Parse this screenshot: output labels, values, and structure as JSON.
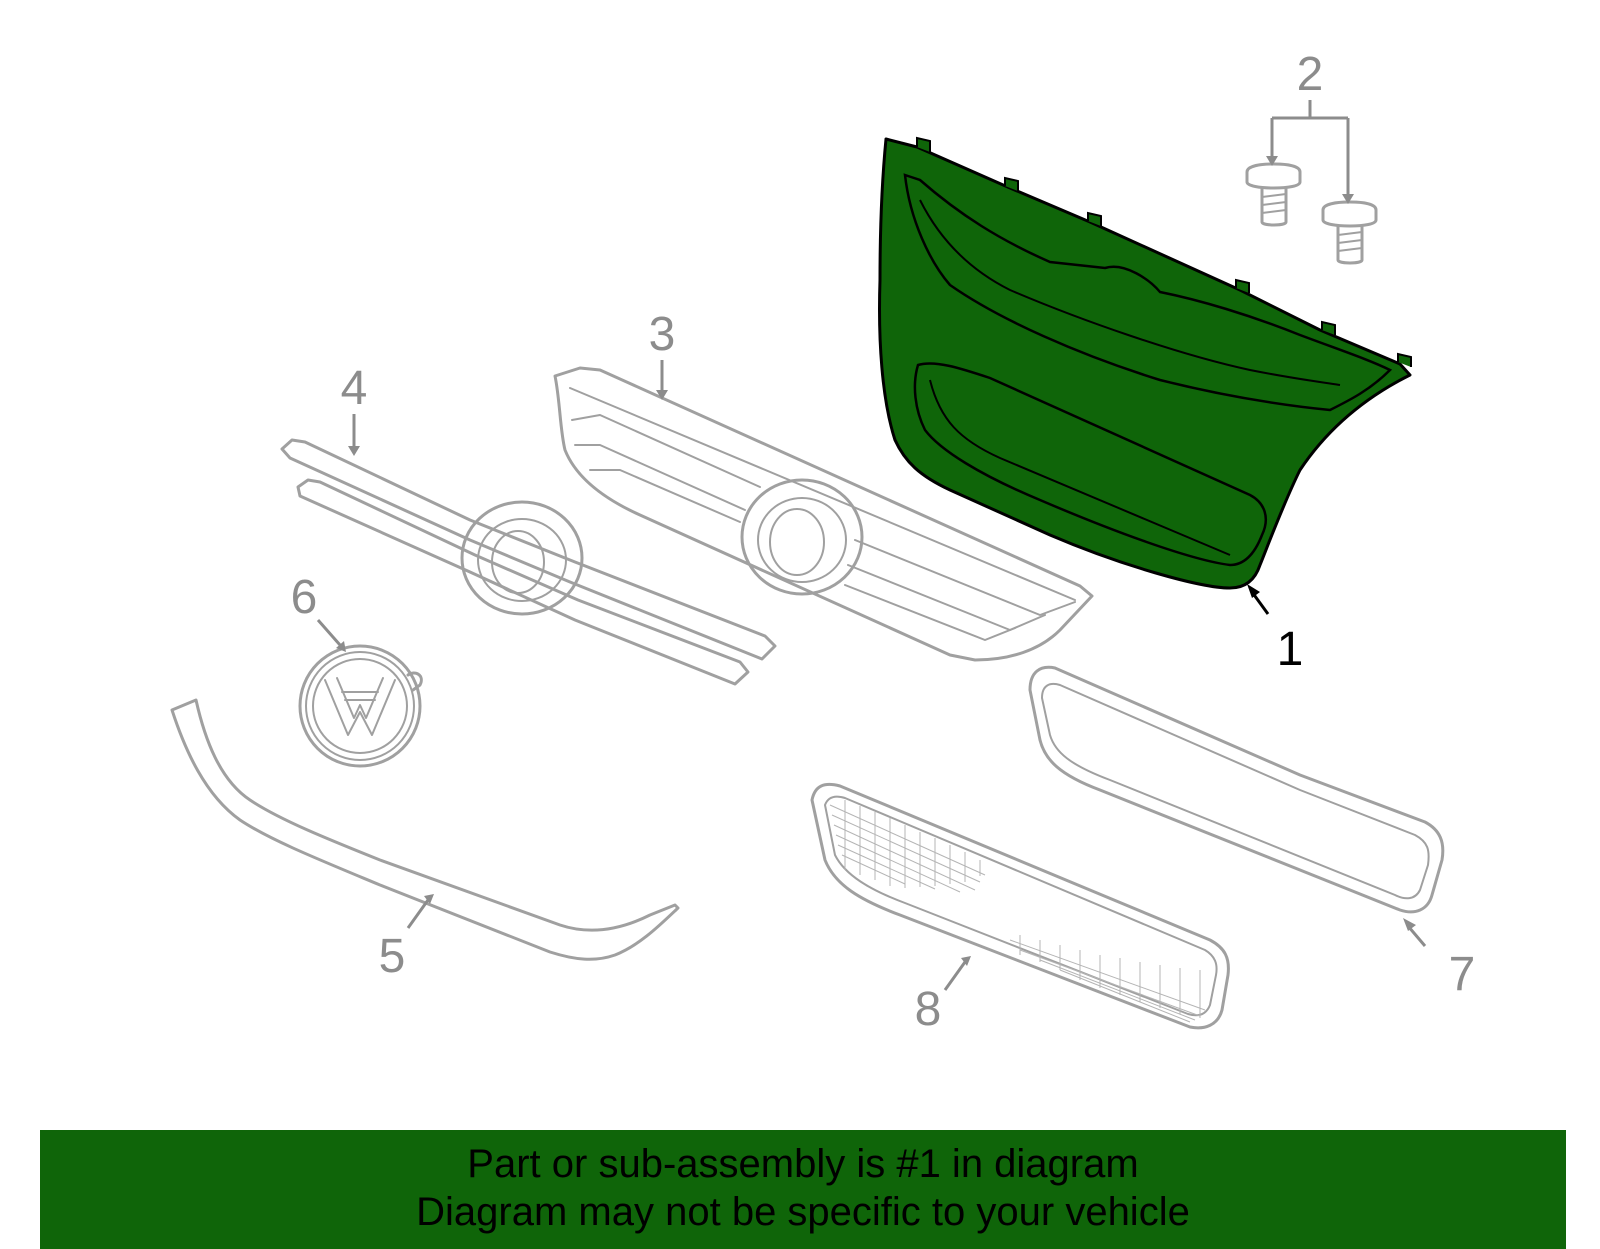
{
  "diagram": {
    "highlight_color": "#0f6509",
    "part_color": "#a0a0a0",
    "callouts": [
      {
        "id": "1",
        "label": "1",
        "highlighted": true
      },
      {
        "id": "2",
        "label": "2",
        "highlighted": false
      },
      {
        "id": "3",
        "label": "3",
        "highlighted": false
      },
      {
        "id": "4",
        "label": "4",
        "highlighted": false
      },
      {
        "id": "5",
        "label": "5",
        "highlighted": false
      },
      {
        "id": "6",
        "label": "6",
        "highlighted": false
      },
      {
        "id": "7",
        "label": "7",
        "highlighted": false
      },
      {
        "id": "8",
        "label": "8",
        "highlighted": false
      }
    ]
  },
  "banner": {
    "line1": "Part or sub-assembly is #1 in diagram",
    "line2": "Diagram may not be specific to your vehicle",
    "background": "#0f6509"
  }
}
